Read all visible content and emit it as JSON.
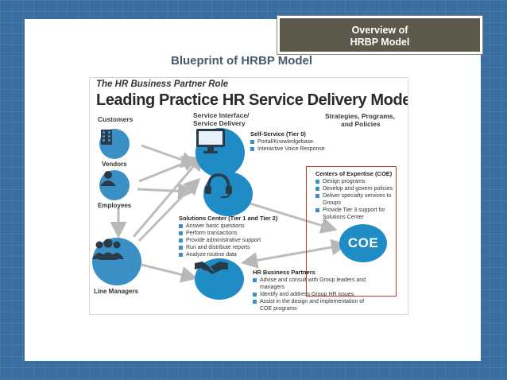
{
  "slide": {
    "title_line1": "Overview of",
    "title_line2": "HRBP Model",
    "subtitle": "Blueprint of HRBP Model"
  },
  "diagram": {
    "role_title": "The HR Business Partner Role",
    "main_title": "Leading Practice HR Service Delivery Model",
    "headers": {
      "customers": "Customers",
      "service_line1": "Service Interface/",
      "service_line2": "Service Delivery",
      "strategies_line1": "Strategies, Programs,",
      "strategies_line2": "and Policies"
    },
    "customer_labels": {
      "vendors": "Vendors",
      "employees": "Employees",
      "line_managers": "Line Managers"
    },
    "self_service": {
      "title": "Self-Service (Tier 0)",
      "items": [
        "Portal/Knowledgebase",
        "Interactive Voice Response"
      ]
    },
    "solutions_center": {
      "title": "Solutions Center (Tier 1 and Tier 2)",
      "items": [
        "Answer basic questions",
        "Perform transactions",
        "Provide administrative support",
        "Run and distribute reports",
        "Analyze routine data"
      ]
    },
    "coe": {
      "title": "Centers of Expertise (COE)",
      "items": [
        "Design programs",
        "Develop and govern policies",
        "Deliver specialty services to",
        "Groups",
        "Provide Tier 3 support for",
        "Solutions Center"
      ],
      "badge": "COE"
    },
    "hr_business_partners": {
      "title": "HR Business Partners",
      "items": [
        "Advise and consult with Group leaders and",
        "managers",
        "Identify and address Group HR issues",
        "Assist in the design and implementation of",
        "COE programs"
      ]
    },
    "colors": {
      "icon_blue": "#3a8fc4",
      "coe_frame": "#c23a2e",
      "slide_bg": "#3a6ea3",
      "title_box": "#5c5a4b"
    }
  }
}
